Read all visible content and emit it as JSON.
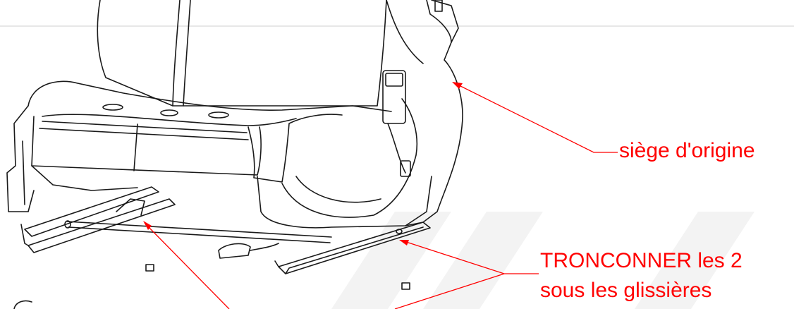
{
  "annotations": {
    "seat_label": "siège d'origine",
    "cut_line_1": "TRONCONNER les 2",
    "cut_line_2": "sous les glissières"
  },
  "colors": {
    "annotation": "#ff0000",
    "drawing_line": "#1a1a1a",
    "watermark": "#f2f2f2",
    "top_rule": "#cccccc"
  }
}
